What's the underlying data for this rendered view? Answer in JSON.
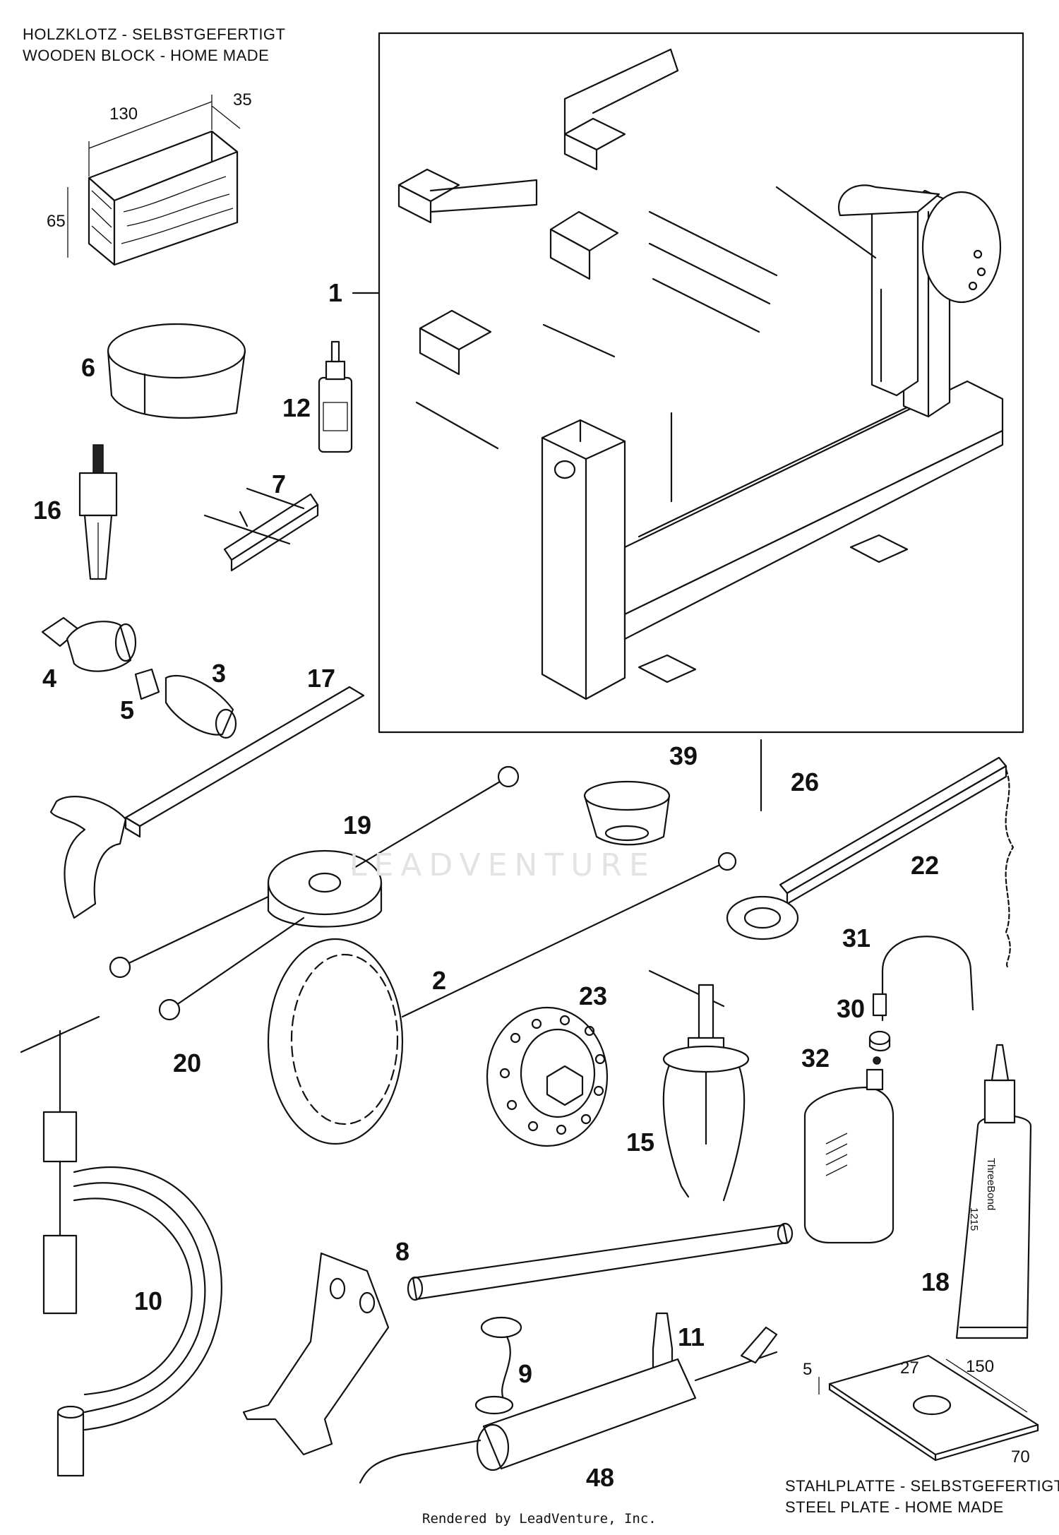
{
  "header_top": {
    "line1": "HOLZKLOTZ - SELBSTGEFERTIGT",
    "line2": "WOODEN BLOCK - HOME MADE"
  },
  "wooden_block_dims": {
    "length": "130",
    "width": "35",
    "height": "65"
  },
  "steel_plate_dims": {
    "thickness": "5",
    "hole": "27",
    "length": "150",
    "width": "70"
  },
  "header_bottom": {
    "line1": "STAHLPLATTE - SELBSTGEFERTIGT",
    "line2": "STEEL PLATE - HOME MADE"
  },
  "callouts": {
    "c1": "1",
    "c2": "2",
    "c3": "3",
    "c4": "4",
    "c5": "5",
    "c6": "6",
    "c7": "7",
    "c8": "8",
    "c9": "9",
    "c10": "10",
    "c11": "11",
    "c12": "12",
    "c15": "15",
    "c16": "16",
    "c17": "17",
    "c18": "18",
    "c19": "19",
    "c20": "20",
    "c22": "22",
    "c23": "23",
    "c26": "26",
    "c30": "30",
    "c31": "31",
    "c32": "32",
    "c39": "39",
    "c48": "48"
  },
  "tube_label": {
    "brand": "ThreeBond",
    "code": "1215"
  },
  "watermark": "LEADVENTURE",
  "footer": "Rendered by LeadVenture, Inc.",
  "colors": {
    "line": "#111111",
    "background": "#ffffff",
    "watermark": "#e3e3e3"
  }
}
